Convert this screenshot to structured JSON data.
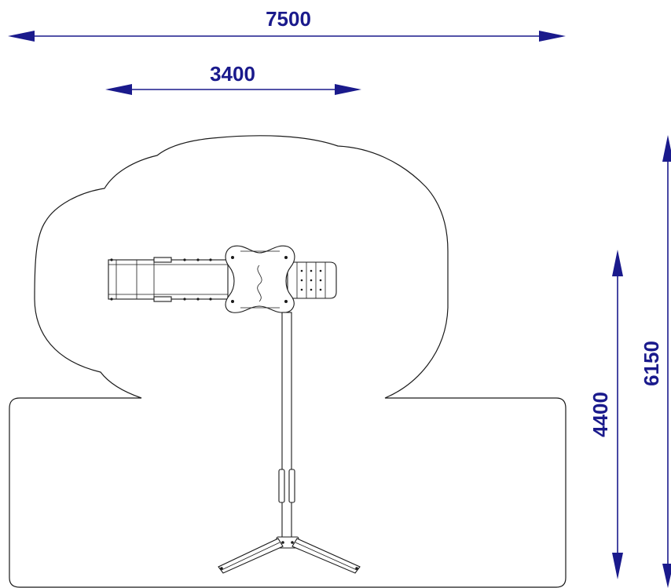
{
  "dimensions": {
    "total_width": "7500",
    "partial_width": "3400",
    "partial_depth": "4400",
    "total_depth": "6150"
  },
  "colors": {
    "dimension": "#1a1a8c",
    "drawing": "#1a1a1a"
  }
}
